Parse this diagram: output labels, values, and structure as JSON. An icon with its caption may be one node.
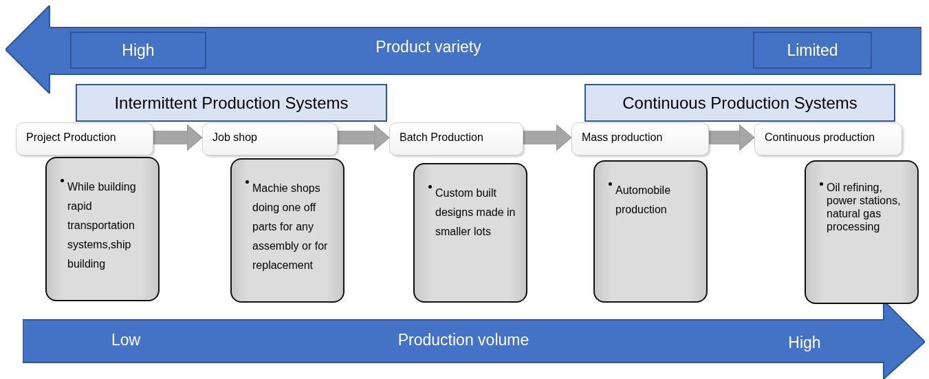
{
  "diagram": {
    "nodes": [
      {
        "text": [
          "Product variety"
        ]
      },
      {
        "text": [
          "High"
        ],
        "in": 0
      },
      {
        "text": [
          "Limited"
        ],
        "in": 0
      },
      {
        "text": [
          "Intermittent Production Systems"
        ]
      },
      {
        "text": [
          "Continuous Production Systems"
        ]
      },
      {
        "text": [
          "Project Production"
        ]
      },
      {
        "text": [
          "While building rapid transportation systems,ship building"
        ]
      },
      {
        "text": [
          "Job shop"
        ]
      },
      {
        "text": [
          "Machie shops doing one off parts for any assembly or for replacement"
        ]
      },
      {
        "text": [
          "Batch Production"
        ]
      },
      {
        "text": [
          "Custom built designs made in smaller lots"
        ]
      },
      {
        "text": [
          "Mass production"
        ]
      },
      {
        "text": [
          "Automobile production"
        ]
      },
      {
        "text": [
          "Continuous production"
        ]
      },
      {
        "text": [
          "Oil refining, power stations, natural gas processing"
        ]
      },
      {
        "text": [
          "Low",
          "Production volume",
          "High"
        ]
      }
    ],
    "edges": [
      {
        "from": 5,
        "to": 7,
        "arrow": "to"
      },
      {
        "from": 7,
        "to": 9,
        "arrow": "to"
      },
      {
        "from": 9,
        "to": 11,
        "arrow": "to"
      },
      {
        "from": 11,
        "to": 13,
        "arrow": "to"
      }
    ]
  }
}
